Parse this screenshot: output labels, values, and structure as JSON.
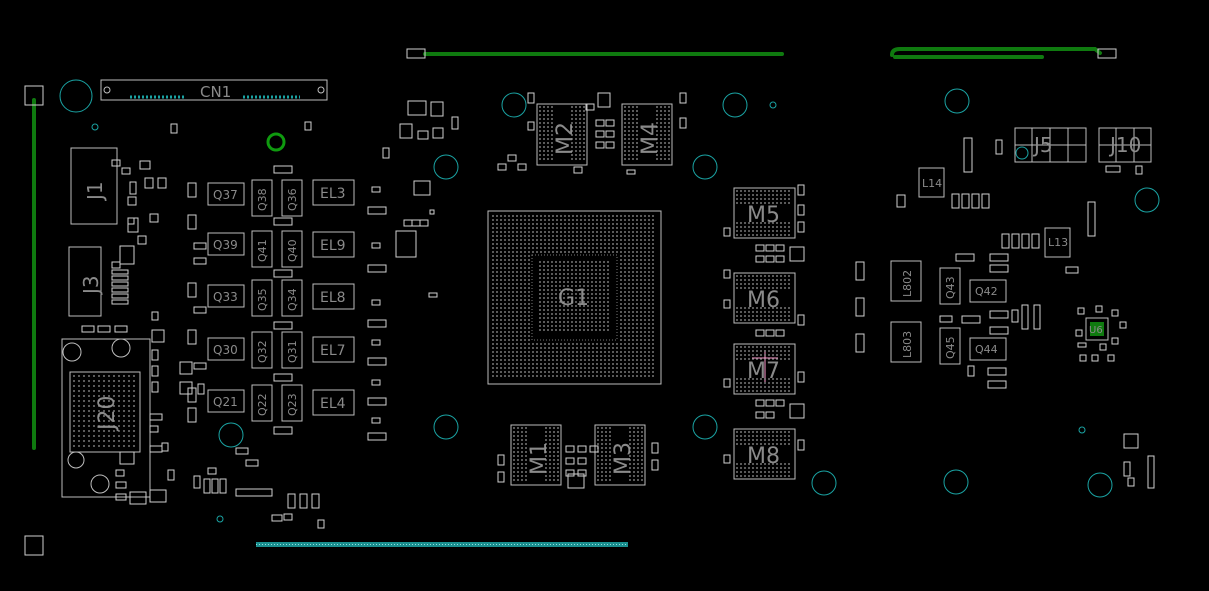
{
  "board": {
    "background": "#000000",
    "outline_color": "#bdbdbd",
    "trace_color": "#0f7a0f",
    "hole_color": "#1aa3a3",
    "highlight_color": "#ff9bd0"
  },
  "labels": {
    "g1": "G1",
    "m1": "M1",
    "m2": "M2",
    "m3": "M3",
    "m4": "M4",
    "m5": "M5",
    "m6": "M6",
    "m7": "M7",
    "m8": "M8",
    "j1": "J1",
    "j3": "J3",
    "j20": "J20",
    "j5": "J5",
    "j10": "J10",
    "cn1": "CN1",
    "q37": "Q37",
    "q39": "Q39",
    "q33": "Q33",
    "q30": "Q30",
    "q21": "Q21",
    "q38": "Q38",
    "q36": "Q36",
    "q41": "Q41",
    "q40": "Q40",
    "q35": "Q35",
    "q34": "Q34",
    "q32": "Q32",
    "q31": "Q31",
    "q22": "Q22",
    "q23": "Q23",
    "el3": "EL3",
    "el9": "EL9",
    "el8": "EL8",
    "el7": "EL7",
    "el4": "EL4",
    "l14": "L14",
    "l13": "L13",
    "l802": "L802",
    "l803": "L803",
    "q43": "Q43",
    "q42": "Q42",
    "q45": "Q45",
    "q44": "Q44",
    "u6": "U6"
  }
}
